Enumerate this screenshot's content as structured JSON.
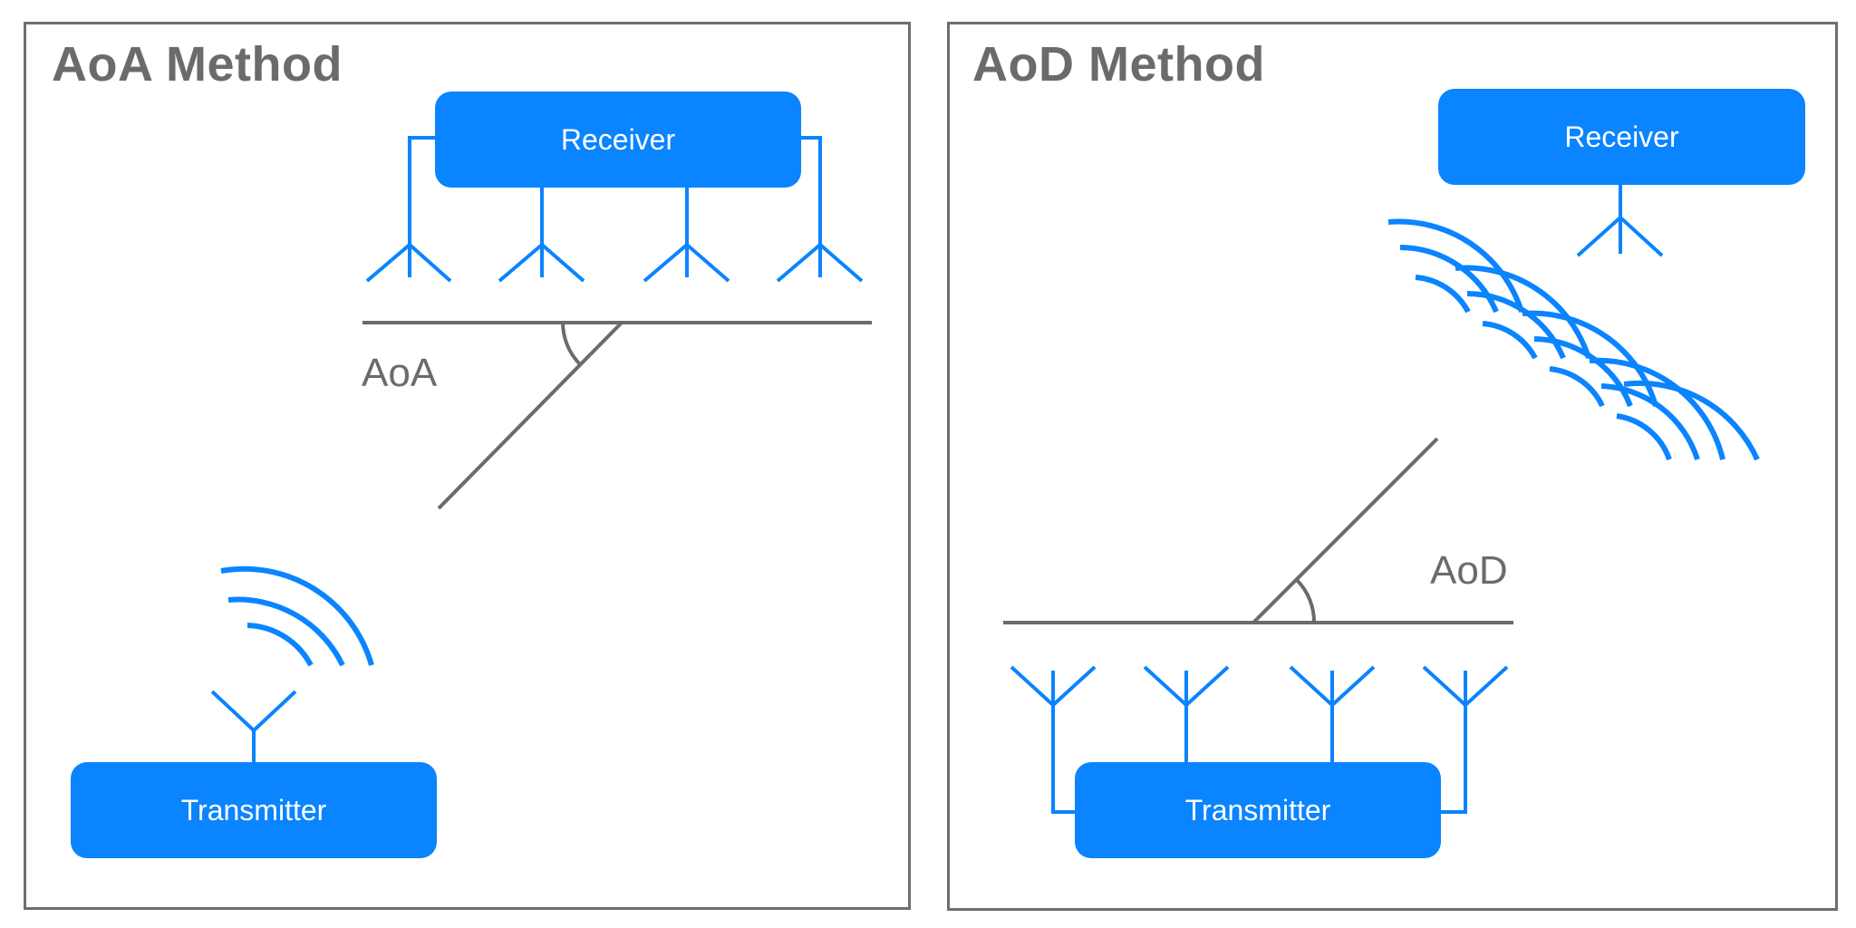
{
  "aoa_panel": {
    "title": "AoA Method",
    "receiver_label": "Receiver",
    "transmitter_label": "Transmitter",
    "angle_label": "AoA"
  },
  "aod_panel": {
    "title": "AoD Method",
    "receiver_label": "Receiver",
    "transmitter_label": "Transmitter",
    "angle_label": "AoD"
  },
  "colors": {
    "accent": "#0a84ff",
    "line": "#6b6b6b",
    "text": "#6b6b6b",
    "box_text": "#ffffff"
  },
  "icons": [
    "antenna-icon",
    "signal-waves-icon",
    "angle-arc-icon"
  ]
}
